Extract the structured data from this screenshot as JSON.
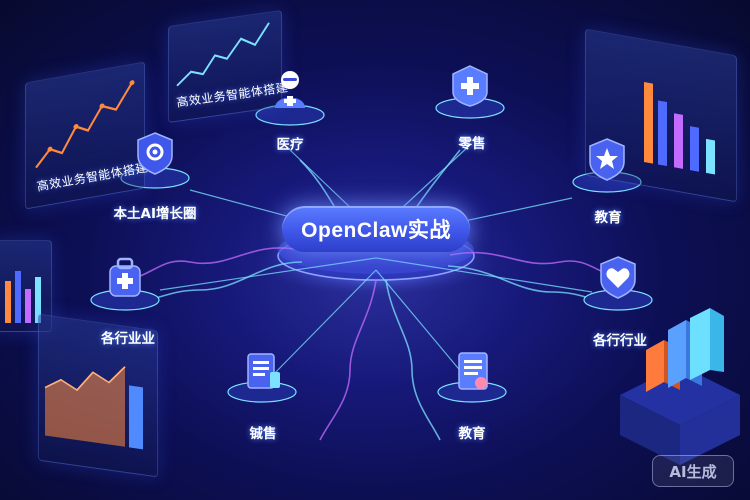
{
  "center": {
    "title": "OpenClaw实战"
  },
  "panels": {
    "left_label": "高效业务智能体搭建",
    "top_label": "高效业务智能体搭建"
  },
  "nodes": [
    {
      "id": "medical",
      "label": "医疗",
      "icon": "doctor-icon"
    },
    {
      "id": "retail",
      "label": "零售",
      "icon": "medical-kit-icon"
    },
    {
      "id": "ai-circle",
      "label": "本土AI增长圈",
      "icon": "shield-gear-icon"
    },
    {
      "id": "education-right",
      "label": "教育",
      "icon": "star-shield-icon"
    },
    {
      "id": "industries-left",
      "label": "各行业业",
      "icon": "medical-bag-icon"
    },
    {
      "id": "industries-right",
      "label": "各行行业",
      "icon": "heart-care-icon"
    },
    {
      "id": "sales",
      "label": "铖售",
      "icon": "document-chart-icon"
    },
    {
      "id": "education-bottom",
      "label": "教育",
      "icon": "report-document-icon"
    }
  ],
  "watermark": "AI生成",
  "colors": {
    "accent": "#4f6bff",
    "glow": "#7be3ff",
    "magenta": "#c46bff",
    "orange": "#ff8a3d"
  }
}
